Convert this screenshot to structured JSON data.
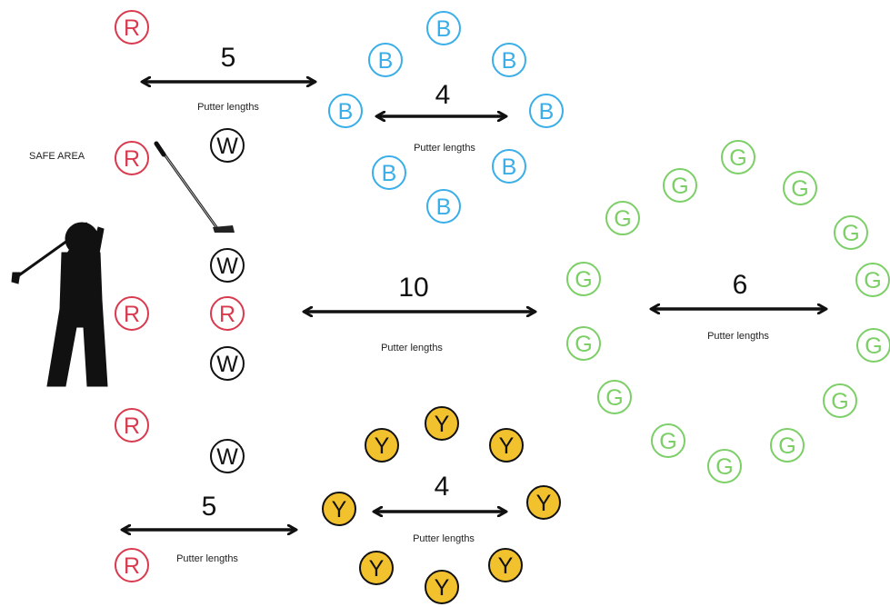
{
  "safe_area_label": "SAFE AREA",
  "unit_label": "Putter lengths",
  "distances": {
    "red_to_blue": "5",
    "blue_across": "4",
    "center": "10",
    "green_across": "6",
    "red_to_yellow": "5",
    "yellow_across": "4"
  },
  "marker_letters": {
    "red": "R",
    "white": "W",
    "blue": "B",
    "green": "G",
    "yellow": "Y"
  },
  "colors": {
    "red": "#d93a4e",
    "blue": "#3aaee8",
    "green": "#7ccf67",
    "yellow": "#f2c12e",
    "white_marker": "#111111",
    "arrow": "#111111",
    "golfer": "#111111"
  }
}
